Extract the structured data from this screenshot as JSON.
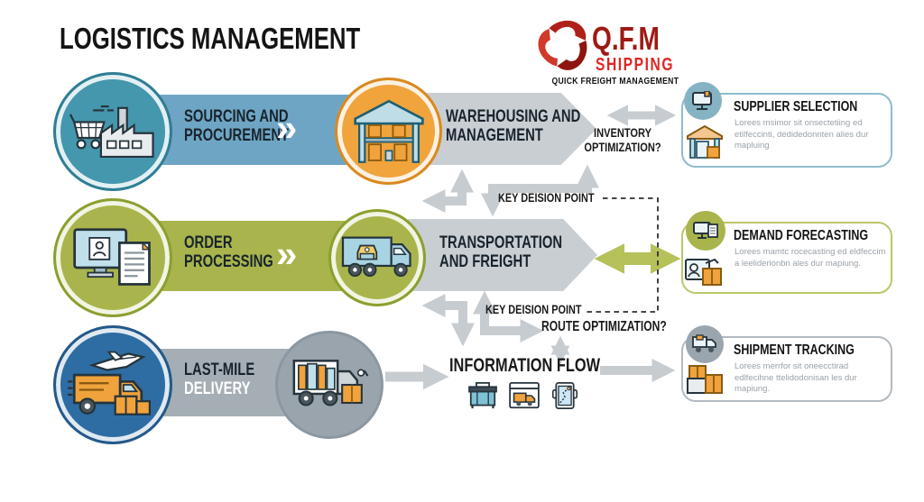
{
  "title": "LOGISTICS MANAGEMENT",
  "logo": {
    "name": "Q.F.M",
    "sub": "SHIPPING",
    "tagline": "QUICK FREIGHT MANAGEMENT"
  },
  "chevron": "»",
  "rows": [
    {
      "stage": {
        "line1": "SOURCING AND",
        "line2": "PROCUREMENT"
      },
      "process": {
        "line1": "WAREHOUSING AND",
        "line2": "MANAGEMENT"
      }
    },
    {
      "stage": {
        "line1": "ORDER",
        "line2": "PROCESSING"
      },
      "process": {
        "line1": "TRANSPORTATION",
        "line2": "AND FREIGHT"
      }
    },
    {
      "stage": {
        "line1": "LAST-MILE",
        "line2": "DELIVERY"
      },
      "process": {
        "line1": "INFORMATION FLOW",
        "line2": ""
      }
    }
  ],
  "labels": {
    "inventory_line1": "INVENTORY",
    "inventory_line2": "OPTIMIZATION?",
    "key_decision_1": "KEY DEISION POINT",
    "key_decision_2": "KEY DEISION POINT",
    "route": "ROUTE OPTIMIZATION?"
  },
  "cards": [
    {
      "title": "SUPPLIER SELECTION",
      "body": "Lorees msimor sit onsectetiing ed etilfeccinti, dedidedonnten alies dur mapluing"
    },
    {
      "title": "DEMAND FORECASTING",
      "body": "Lorees mamtc rocecasting ed eldfeccim a leeliderionbn ales dur mapiung."
    },
    {
      "title": "SHIPMENT TRACKING",
      "body": "Lorees merrfor sit oneecctirad edlfecihne ttelidodonisan les dur mapiung."
    }
  ],
  "colors": {
    "teal_circle": "#4497ad",
    "blue_banner": "#6fa5c4",
    "orange_circle": "#f1a33c",
    "olive": "#a9b54c",
    "blue_circle": "#2e6da3",
    "gray_banner": "#a5aeb5",
    "gray_circle": "#99a4ad",
    "arrow_gray": "#c7ccd1",
    "arrow_olive": "#b6c159",
    "logo_red": "#e02522",
    "logo_dark_red": "#9e1a14"
  }
}
